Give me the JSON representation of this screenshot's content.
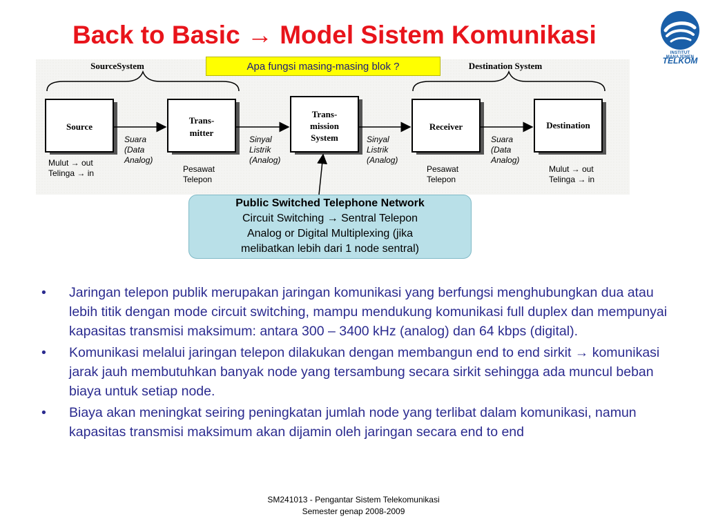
{
  "title": {
    "prefix": "Back to Basic",
    "arrow": "→",
    "suffix": "Model Sistem Komunikasi"
  },
  "logo": {
    "line1": "INSTITUT MANAJEMEN",
    "line2": "TELKOM"
  },
  "question_callout": "Apa fungsi masing-masing blok ?",
  "diagram": {
    "group_labels": {
      "source": "SourceSystem",
      "destination": "Destination System"
    },
    "blocks": [
      {
        "line1": "Source",
        "line2": ""
      },
      {
        "line1": "Trans-",
        "line2": "mitter"
      },
      {
        "line1": "Trans-",
        "line2": "mission",
        "line3": "System"
      },
      {
        "line1": "Receiver",
        "line2": ""
      },
      {
        "line1": "Destination",
        "line2": ""
      }
    ]
  },
  "annotations": {
    "link1": {
      "l1": "Suara",
      "l2": "(Data",
      "l3": "Analog)"
    },
    "link2": {
      "l1": "Sinyal",
      "l2": "Listrik",
      "l3": "(Analog)"
    },
    "link3": {
      "l1": "Sinyal",
      "l2": "Listrik",
      "l3": "(Analog)"
    },
    "link4": {
      "l1": "Suara",
      "l2": "(Data",
      "l3": "Analog)"
    },
    "source_note": {
      "l1": "Mulut → out",
      "l2": "Telinga → in"
    },
    "transmitter_note": {
      "l1": "Pesawat",
      "l2": "Telepon"
    },
    "receiver_note": {
      "l1": "Pesawat",
      "l2": "Telepon"
    },
    "dest_note": {
      "l1": "Mulut → out",
      "l2": "Telinga → in"
    }
  },
  "pstn": {
    "heading": "Public Switched Telephone Network",
    "line2": "Circuit Switching → Sentral Telepon",
    "line3": "Analog or Digital Multiplexing (jika",
    "line4": "melibatkan lebih dari 1 node sentral)"
  },
  "bullets": [
    {
      "marker": "•",
      "text": "Jaringan telepon publik merupakan jaringan komunikasi yang berfungsi menghubungkan dua atau lebih titik dengan mode circuit switching, mampu mendukung komunikasi full duplex dan mempunyai kapasitas transmisi maksimum: antara 300 – 3400 kHz (analog) dan 64 kbps (digital)."
    },
    {
      "marker": "•",
      "text": "Komunikasi melalui jaringan telepon dilakukan dengan membangun end to end sirkit → komunikasi jarak jauh membutuhkan banyak node yang tersambung secara sirkit sehingga ada muncul beban biaya untuk setiap node."
    },
    {
      "marker": "•",
      "text": "Biaya akan meningkat seiring peningkatan jumlah node yang terlibat dalam komunikasi, namun kapasitas transmisi maksimum akan dijamin oleh jaringan secara end to end"
    }
  ],
  "footer": {
    "line1": "SM241013 - Pengantar Sistem Telekomunikasi",
    "line2": "Semester genap 2008-2009"
  },
  "colors": {
    "title": "#e8141b",
    "bullet_text": "#2b2b8f",
    "callout_bg": "#ffff00",
    "pstn_bg": "#b9e0e8",
    "logo": "#1a5fa8"
  }
}
